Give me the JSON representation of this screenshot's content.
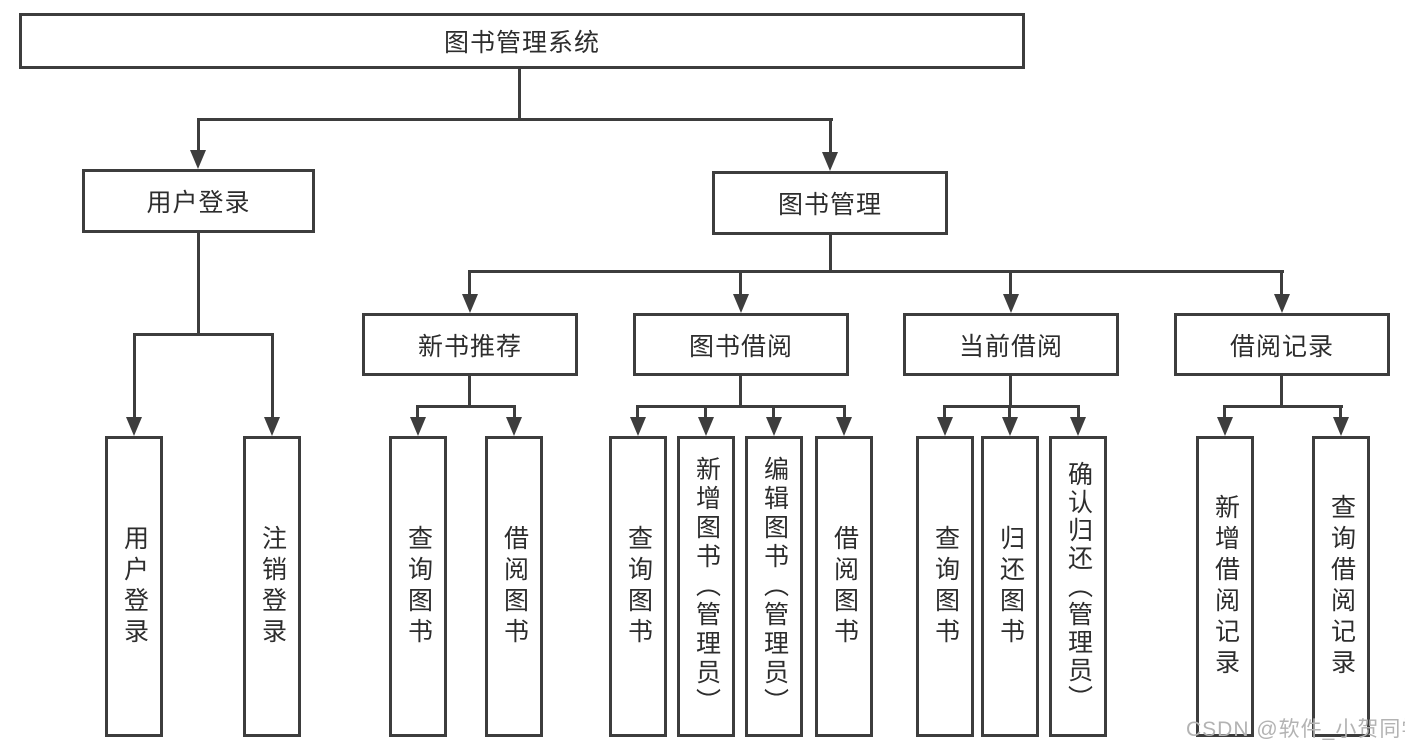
{
  "diagram": {
    "type": "tree-structure-diagram",
    "root": {
      "label": "图书管理系统"
    },
    "level1": [
      {
        "label": "用户登录"
      },
      {
        "label": "图书管理"
      }
    ],
    "level2": [
      {
        "label": "新书推荐",
        "parent": "图书管理"
      },
      {
        "label": "图书借阅",
        "parent": "图书管理"
      },
      {
        "label": "当前借阅",
        "parent": "图书管理"
      },
      {
        "label": "借阅记录",
        "parent": "图书管理"
      }
    ],
    "leaves": [
      {
        "label": "用户登录",
        "parent": "用户登录"
      },
      {
        "label": "注销登录",
        "parent": "用户登录"
      },
      {
        "label": "查询图书",
        "parent": "新书推荐"
      },
      {
        "label": "借阅图书",
        "parent": "新书推荐"
      },
      {
        "label": "查询图书",
        "parent": "图书借阅"
      },
      {
        "label": "新增图书（管理员）",
        "parent": "图书借阅"
      },
      {
        "label": "编辑图书（管理员）",
        "parent": "图书借阅"
      },
      {
        "label": "借阅图书",
        "parent": "图书借阅"
      },
      {
        "label": "查询图书",
        "parent": "当前借阅"
      },
      {
        "label": "归还图书",
        "parent": "当前借阅"
      },
      {
        "label": "确认归还（管理员）",
        "parent": "当前借阅"
      },
      {
        "label": "新增借阅记录",
        "parent": "借阅记录"
      },
      {
        "label": "查询借阅记录",
        "parent": "借阅记录"
      }
    ]
  },
  "watermark": {
    "text": "CSDN @软件_小贺同学",
    "color": "#b3b3b3"
  },
  "colors": {
    "background": "#ffffff",
    "line": "#3d3d3d",
    "box_border": "#3d3d3d",
    "text": "#2d2d2d"
  }
}
